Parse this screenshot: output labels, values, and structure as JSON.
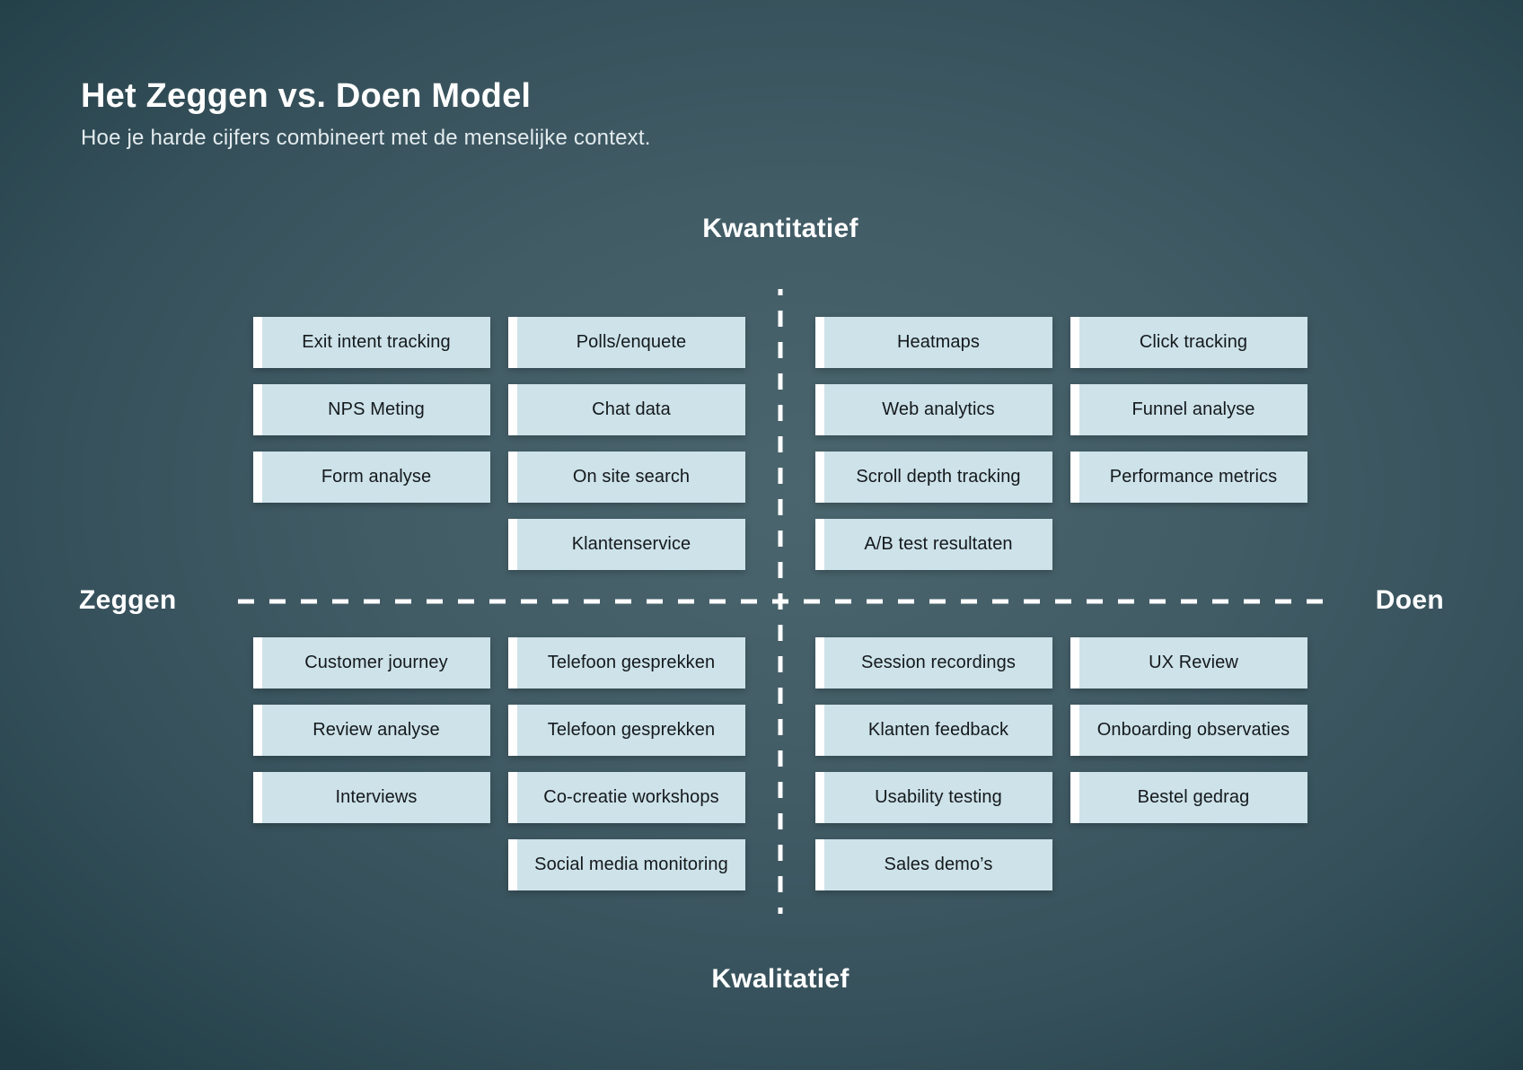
{
  "header": {
    "title": "Het Zeggen vs. Doen Model",
    "subtitle": "Hoe je harde cijfers combineert met de menselijke context."
  },
  "axes": {
    "top": "Kwantitatief",
    "bottom": "Kwalitatief",
    "left": "Zeggen",
    "right": "Doen"
  },
  "colors": {
    "background_center": "#4a656e",
    "background_edge": "#1f3940",
    "box_fill": "#cde2e9",
    "box_accent_stripe": "#ffffff",
    "box_text": "#14191c",
    "axis_line": "#ffffff",
    "axis_text": "#ffffff"
  },
  "quadrants": {
    "top_left": {
      "columns": [
        [
          "Exit intent tracking",
          "NPS Meting",
          "Form analyse"
        ],
        [
          "Polls/enquete",
          "Chat data",
          "On site search",
          "Klantenservice"
        ]
      ]
    },
    "top_right": {
      "columns": [
        [
          "Heatmaps",
          "Web analytics",
          "Scroll depth tracking",
          "A/B test resultaten"
        ],
        [
          "Click tracking",
          "Funnel analyse",
          "Performance metrics"
        ]
      ]
    },
    "bottom_left": {
      "columns": [
        [
          "Customer journey",
          "Review analyse",
          "Interviews"
        ],
        [
          "Telefoon gesprekken",
          "Telefoon gesprekken",
          "Co-creatie workshops",
          "Social media monitoring"
        ]
      ]
    },
    "bottom_right": {
      "columns": [
        [
          "Session recordings",
          "Klanten feedback",
          "Usability testing",
          "Sales demo’s"
        ],
        [
          "UX Review",
          "Onboarding observaties",
          "Bestel gedrag"
        ]
      ]
    }
  }
}
